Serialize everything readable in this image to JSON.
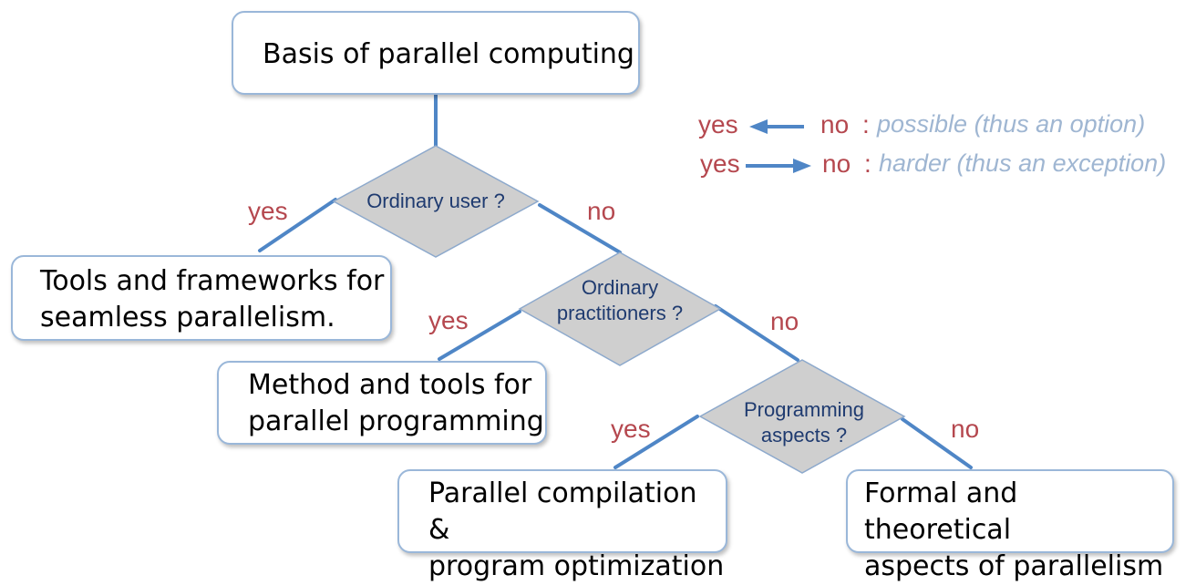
{
  "root": {
    "label": "Basis of parallel computing"
  },
  "decisions": [
    {
      "label": "Ordinary user ?"
    },
    {
      "label_line1": "Ordinary",
      "label_line2": "practitioners ?"
    },
    {
      "label_line1": "Programming",
      "label_line2": "aspects ?"
    }
  ],
  "outcomes": [
    {
      "line1": "Tools and frameworks for",
      "line2": "seamless parallelism."
    },
    {
      "line1": "Method and tools for",
      "line2": "parallel programming"
    },
    {
      "line1": "Parallel compilation &",
      "line2": "program optimization"
    },
    {
      "line1": "Formal and theoretical",
      "line2": "aspects of parallelism"
    }
  ],
  "branch_labels": {
    "yes": "yes",
    "no": "no"
  },
  "legend": {
    "row1": {
      "yes": "yes",
      "no": "no",
      "sep": ":",
      "text": "possible (thus an option)"
    },
    "row2": {
      "yes": "yes",
      "no": "no",
      "sep": ":",
      "text": "harder (thus an exception)"
    }
  },
  "colors": {
    "line": "#4f86c6",
    "diamond_fill": "#cfcfcf",
    "box_border": "#9ab7d9",
    "yes_no": "#b5484f",
    "legend_text": "#9fb6d2"
  }
}
